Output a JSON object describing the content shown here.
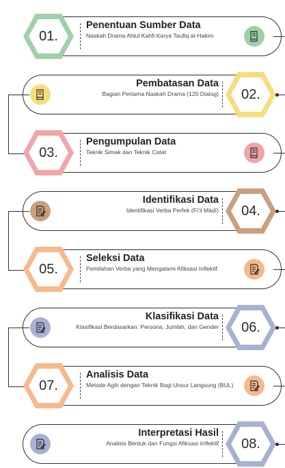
{
  "colors": {
    "green": "#9fd1a9",
    "yellow": "#f6dd7d",
    "pink": "#f2a5a9",
    "brown": "#c99f7c",
    "orange": "#f7b98c",
    "blue": "#a7b2d2"
  },
  "steps": [
    {
      "num": "01.",
      "title": "Penentuan Sumber Data",
      "desc": "Naskah Drama Ahlul Kahfi Karya Taufiq al-Hakim",
      "color": "green",
      "icon": "book-icon"
    },
    {
      "num": "02.",
      "title": "Pembatasan Data",
      "desc": "Bagian Pertama Naskah Drama (120 Dialog)",
      "color": "yellow",
      "icon": "book-icon"
    },
    {
      "num": "03.",
      "title": "Pengumpulan Data",
      "desc": "Teknik Simak dan Teknik Catat",
      "color": "pink",
      "icon": "book-icon"
    },
    {
      "num": "04.",
      "title": "Identifikasi Data",
      "desc": "Identifikasi Verba Perfek (Fi’il Māḍī)",
      "color": "brown",
      "icon": "edit-document-icon"
    },
    {
      "num": "05.",
      "title": "Seleksi Data",
      "desc": "Pemilahan Verba yang Mengalami Afiksasi Inflektif",
      "color": "orange",
      "icon": "edit-document-icon"
    },
    {
      "num": "06.",
      "title": "Klasifikasi Data",
      "desc": "Klasifikasi Berdasarkan: Persona, Jumlah, dan Gender",
      "color": "blue",
      "icon": "edit-document-icon"
    },
    {
      "num": "07.",
      "title": "Analisis Data",
      "desc": "Metode Agih dengan Teknik Bagi Unsur Langsung (BUL)",
      "color": "orange",
      "icon": "edit-document-icon"
    },
    {
      "num": "08.",
      "title": "Interpretasi Hasil",
      "desc": "Analisis Bentuk dan Fungsi Afiksasi Inflektif",
      "color": "blue",
      "icon": "edit-document-icon"
    }
  ]
}
